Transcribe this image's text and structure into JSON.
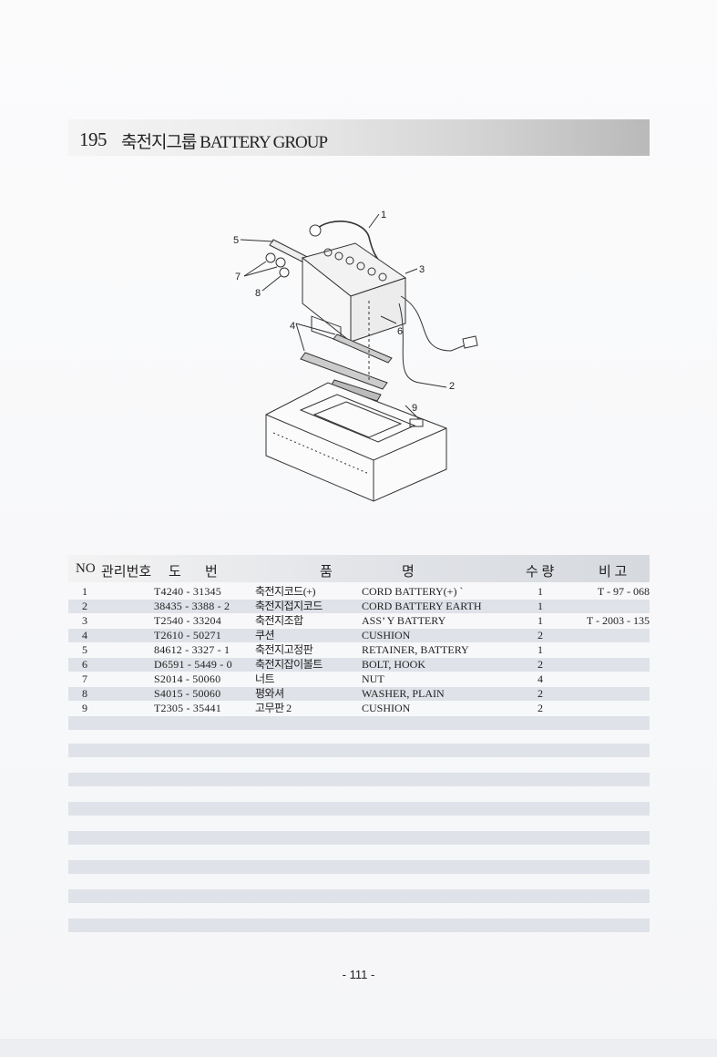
{
  "header": {
    "section_number": "195",
    "title": "축전지그룹 BATTERY GROUP"
  },
  "diagram": {
    "callouts": [
      "1",
      "2",
      "3",
      "4",
      "5",
      "6",
      "7",
      "8",
      "9"
    ]
  },
  "table": {
    "columns": [
      "NO",
      "관리번호",
      "도",
      "번",
      "품",
      "명",
      "수 량",
      "비 고"
    ],
    "rows": [
      {
        "no": "1",
        "part_no": "T4240 - 31345",
        "name_kr": "축전지코드(+)",
        "name_en": "CORD BATTERY(+) `",
        "qty": "1",
        "remark": "T - 97 - 068"
      },
      {
        "no": "2",
        "part_no": "38435 - 3388 - 2",
        "name_kr": "축전지접지코드",
        "name_en": "CORD BATTERY EARTH",
        "qty": "1",
        "remark": ""
      },
      {
        "no": "3",
        "part_no": "T2540 - 33204",
        "name_kr": "축전지조합",
        "name_en": "ASS’ Y BATTERY",
        "qty": "1",
        "remark": "T - 2003 - 135"
      },
      {
        "no": "4",
        "part_no": "T2610 - 50271",
        "name_kr": "쿠션",
        "name_en": "CUSHION",
        "qty": "2",
        "remark": ""
      },
      {
        "no": "5",
        "part_no": "84612 - 3327 - 1",
        "name_kr": "축전지고정판",
        "name_en": "RETAINER, BATTERY",
        "qty": "1",
        "remark": ""
      },
      {
        "no": "6",
        "part_no": "D6591 - 5449 - 0",
        "name_kr": "축전지잡이볼트",
        "name_en": "BOLT, HOOK",
        "qty": "2",
        "remark": ""
      },
      {
        "no": "7",
        "part_no": "S2014 - 50060",
        "name_kr": "너트",
        "name_en": "NUT",
        "qty": "4",
        "remark": ""
      },
      {
        "no": "8",
        "part_no": "S4015 - 50060",
        "name_kr": "평와셔",
        "name_en": "WASHER, PLAIN",
        "qty": "2",
        "remark": ""
      },
      {
        "no": "9",
        "part_no": "T2305 - 35441",
        "name_kr": "고무판 2",
        "name_en": "CUSHION",
        "qty": "2",
        "remark": ""
      }
    ]
  },
  "footer": {
    "page_number": "- 111 -"
  }
}
